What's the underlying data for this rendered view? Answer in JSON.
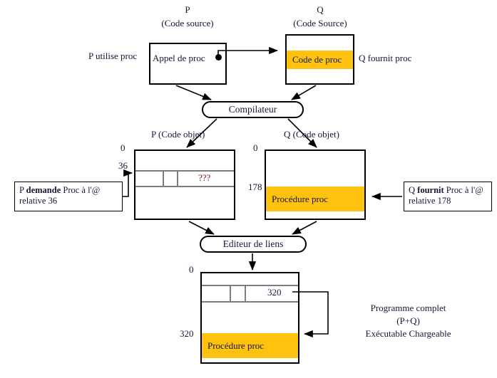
{
  "diagram": {
    "title_p": "P",
    "subtitle_p": "(Code source)",
    "title_q": "Q",
    "subtitle_q": "(Code Source)",
    "left_label_top": "P utilise proc",
    "right_label_top": "Q fournit proc",
    "p_box_text": "Appel de proc",
    "q_band_text": "Code de proc",
    "compiler": "Compilateur",
    "linker": "Editeur de liens",
    "p_obj_label": "P (Code objet)",
    "q_obj_label": "Q (Code objet)",
    "p_obj_addr_top": "0",
    "p_obj_addr_row": "36",
    "p_obj_cell_value": "???",
    "q_obj_addr_top": "0",
    "q_obj_addr_band": "178",
    "q_obj_band_text": "Procédure proc",
    "note_left_prefix": "P ",
    "note_left_bold": "demande",
    "note_left_rest": " Proc à l'@",
    "note_left_line2": "relative 36",
    "note_right_prefix": "Q ",
    "note_right_bold": "fournit",
    "note_right_rest": " Proc à l'@",
    "note_right_line2": "relative 178",
    "final_addr_top": "0",
    "final_cell_value": "320",
    "final_addr_band": "320",
    "final_band_text": "Procédure proc",
    "final_caption_line1": "Programme complet",
    "final_caption_line2": "(P+Q)",
    "final_caption_line3": "Exécutable Chargeable",
    "accent_color": "#FFC20E",
    "line_color": "#000000"
  }
}
